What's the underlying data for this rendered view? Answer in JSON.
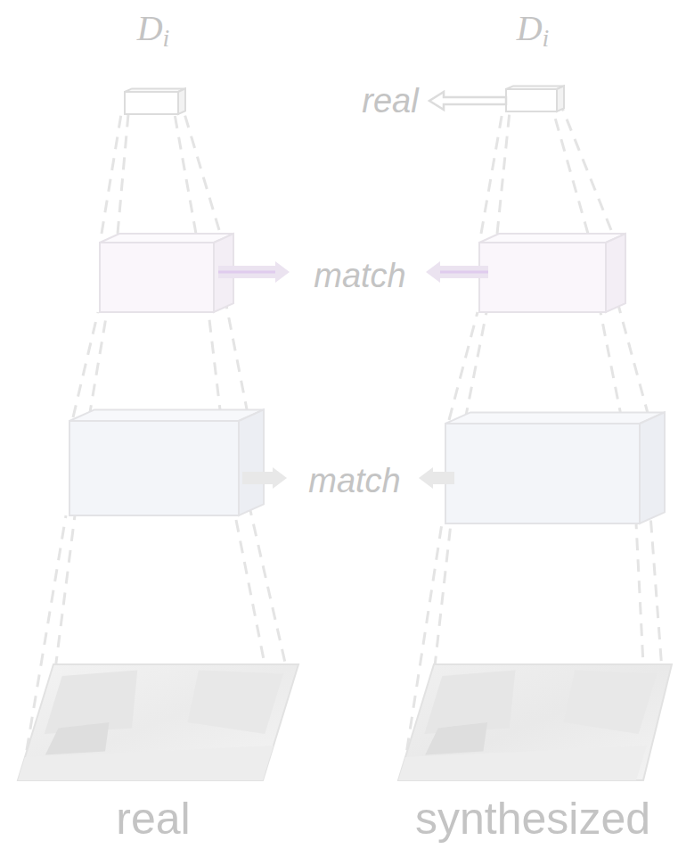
{
  "diagram": {
    "nodes": [
      {
        "text": [
          "Di"
        ]
      },
      {
        "text": [
          "Di"
        ]
      }
    ],
    "labels": [
      "real",
      "match",
      "match",
      "real",
      "synthesized"
    ]
  }
}
